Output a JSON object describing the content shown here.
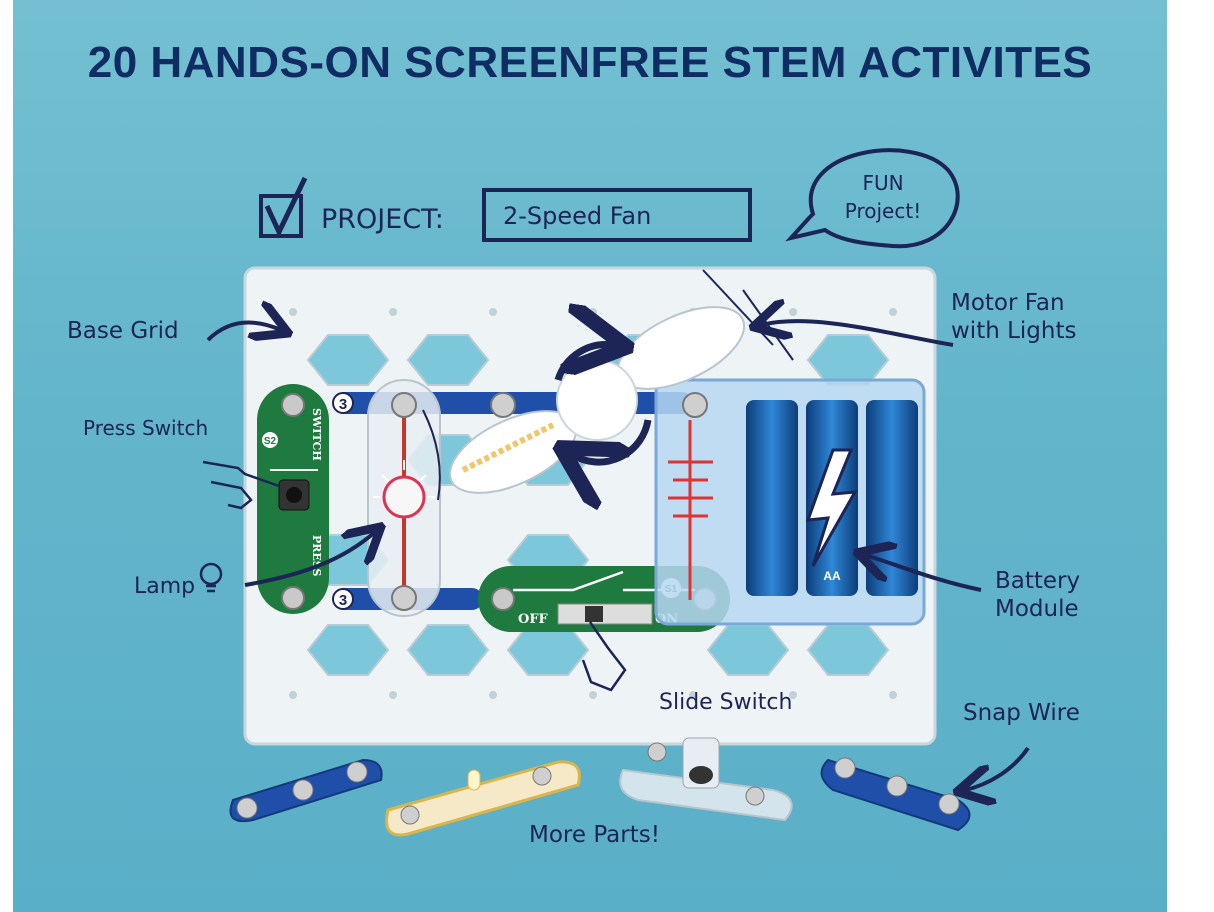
{
  "headline": "20 HANDS-ON SCREENFREE STEM ACTIVITES",
  "project": {
    "label": "PROJECT:",
    "name": "2-Speed Fan",
    "checkmark": "V"
  },
  "bubble": {
    "line1": "FUN",
    "line2": "Project!"
  },
  "callouts": {
    "base_grid": "Base Grid",
    "motor_fan_line1": "Motor Fan",
    "motor_fan_line2": "with Lights",
    "press_switch": "Press Switch",
    "lamp": "Lamp",
    "battery_line1": "Battery",
    "battery_line2": "Module",
    "slide_switch": "Slide Switch",
    "snap_wire": "Snap Wire",
    "more_parts": "More Parts!"
  },
  "module_labels": {
    "s2": "S2",
    "switch": "SWITCH",
    "press": "PRESS",
    "s1": "S1",
    "off": "OFF",
    "on": "ON",
    "three_a": "3",
    "three_b": "3",
    "aa": "AA"
  },
  "colors": {
    "background": "#63b5cb",
    "headline": "#0f2c63",
    "ink": "#1d2456",
    "module_green": "#1e7a3e",
    "snap_blue": "#1f4fa8"
  },
  "icons": [
    "checkbox-icon",
    "speech-bubble-icon",
    "lightning-icon",
    "arrow-icon",
    "pointing-hand-icon",
    "bulb-icon"
  ]
}
